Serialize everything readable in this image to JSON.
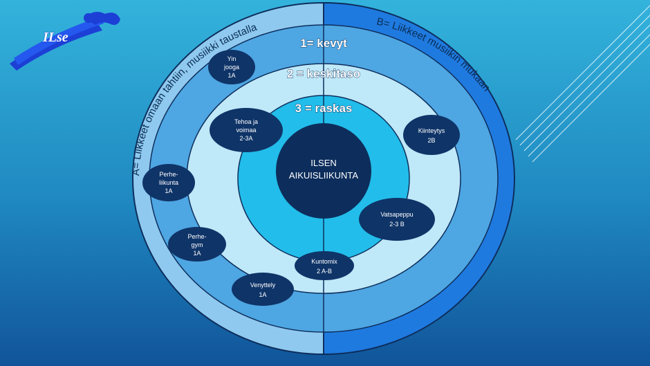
{
  "logo": {
    "text": "ILse"
  },
  "diagram": {
    "arc_left": "A= Liikkeet omaan tahtiin, musiikki taustalla",
    "arc_right": "B= Liikkeet musiikin mukaan",
    "ring_labels": [
      "1= kevyt",
      "2 = keskitaso",
      "3 = raskas"
    ],
    "center": [
      "ILSEN",
      "AIKUISLIIKUNTA"
    ],
    "colors": {
      "outer_left": "#8fc9ef",
      "outer_right": "#1f7ae0",
      "ring1": "#4ea6e2",
      "ring2": "#bfe8f8",
      "ring3": "#22bdea",
      "center": "#0d2e5c",
      "bubble": "#0f3468"
    },
    "activities": [
      {
        "name": "yin-jooga",
        "lines": [
          "Yin",
          "jooga",
          "1A"
        ]
      },
      {
        "name": "tehoa-ja-voimaa",
        "lines": [
          "Tehoa ja",
          "voimaa",
          "2-3A"
        ]
      },
      {
        "name": "kiinteytys",
        "lines": [
          "Kiinteytys",
          "2B"
        ]
      },
      {
        "name": "perheliikunta",
        "lines": [
          "Perhe-",
          "liikunta",
          "1A"
        ]
      },
      {
        "name": "vatsapeppu",
        "lines": [
          "Vatsapeppu",
          "2-3 B"
        ]
      },
      {
        "name": "perhegym",
        "lines": [
          "Perhe-",
          "gym",
          "1A"
        ]
      },
      {
        "name": "kuntomix",
        "lines": [
          "Kuntomix",
          "2 A-B"
        ]
      },
      {
        "name": "venyttely",
        "lines": [
          "Venyttely",
          "1A"
        ]
      }
    ]
  }
}
